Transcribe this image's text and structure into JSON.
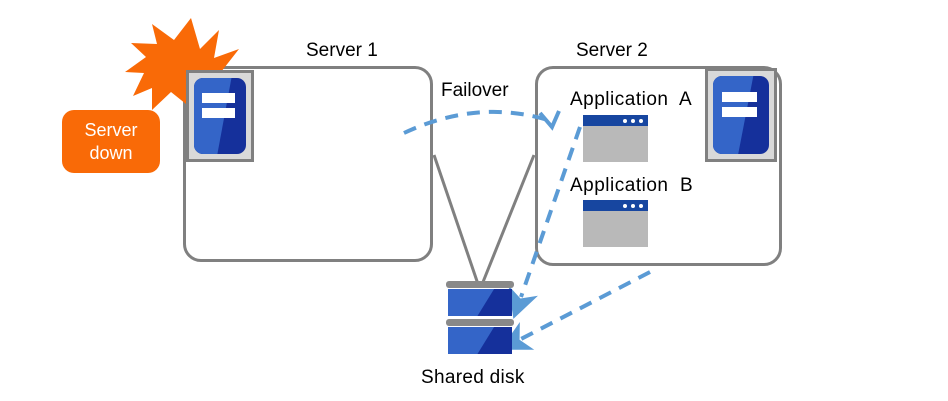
{
  "diagram": {
    "title": "Server failover with shared disk",
    "colors": {
      "accent_orange": "#f96a07",
      "server_blue_dark": "#15309b",
      "server_blue_light": "#3465c8",
      "app_titlebar_blue": "#1746a0",
      "app_body_gray": "#b9b9b9",
      "outline_gray": "#808080",
      "arrow_blue": "#5b9bd5",
      "disk_cap_gray": "#898989",
      "text_black": "#000000"
    },
    "labels": {
      "server1_title": "Server 1",
      "server2_title": "Server 2",
      "failover": "Failover",
      "application_a": "Application  A",
      "application_b": "Application  B",
      "shared_disk": "Shared disk",
      "server_down_line1": "Server",
      "server_down_line2": "down"
    },
    "nodes": [
      {
        "name": "server-1-box",
        "label": "Server 1",
        "status": "down"
      },
      {
        "name": "server-2-box",
        "label": "Server 2",
        "status": "active"
      },
      {
        "name": "shared-disk",
        "label": "Shared disk"
      }
    ],
    "applications": [
      {
        "name": "application-a",
        "label": "Application  A"
      },
      {
        "name": "application-b",
        "label": "Application  B"
      }
    ],
    "connections": [
      {
        "from": "server-1-box",
        "to": "shared-disk",
        "style": "solid-gray"
      },
      {
        "from": "server-2-box",
        "to": "shared-disk",
        "style": "solid-gray"
      },
      {
        "from": "server-1-box",
        "to": "server-2-box",
        "style": "dashed-blue-arc",
        "label": "Failover"
      },
      {
        "from": "application-a",
        "to": "shared-disk",
        "style": "dashed-blue-arrow"
      },
      {
        "from": "application-b",
        "to": "shared-disk",
        "style": "dashed-blue-arrow"
      }
    ]
  }
}
